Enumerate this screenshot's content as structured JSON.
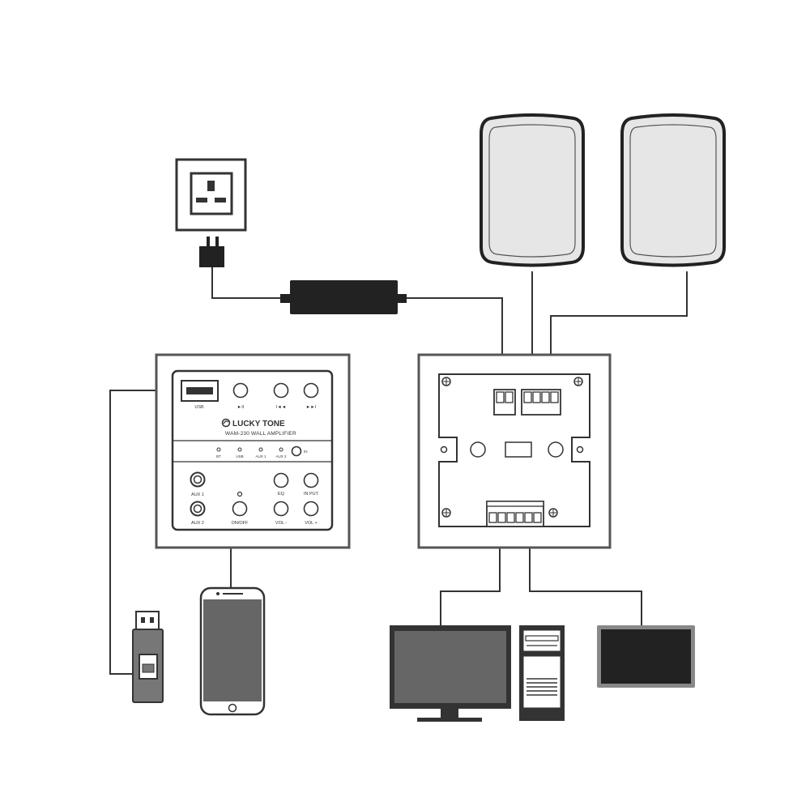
{
  "amplifier": {
    "brand": "LUCKY TONE",
    "model": "WAM-230 WALL AMPLIFIER",
    "usb_label": "USB",
    "transport_icons": [
      "play-pause-icon",
      "previous-track-icon",
      "next-track-icon"
    ],
    "transport_glyphs": [
      "►II",
      "I◄◄",
      "►►I"
    ],
    "source_indicators": [
      "BT",
      "USB",
      "AUX 1",
      "AUX 2"
    ],
    "indicator_button_label": "IN",
    "controls": {
      "aux1": "AUX 1",
      "aux2": "AUX 2",
      "eq": "EQ",
      "input": "IN PUT",
      "on_off": "ON/OFF",
      "vol_down": "VOL -",
      "vol_up": "VOL +"
    }
  },
  "devices": [
    "wall-socket",
    "power-adapter",
    "speaker-left",
    "speaker-right",
    "amplifier-back-panel",
    "usb-stick",
    "smartphone",
    "desktop-monitor",
    "pc-tower",
    "tablet-display"
  ],
  "colors": {
    "line": "#333333",
    "speaker_fill": "#e6e6e6",
    "screen_fill": "#666666",
    "dark_fill": "#222222",
    "panel_border": "#555555"
  }
}
